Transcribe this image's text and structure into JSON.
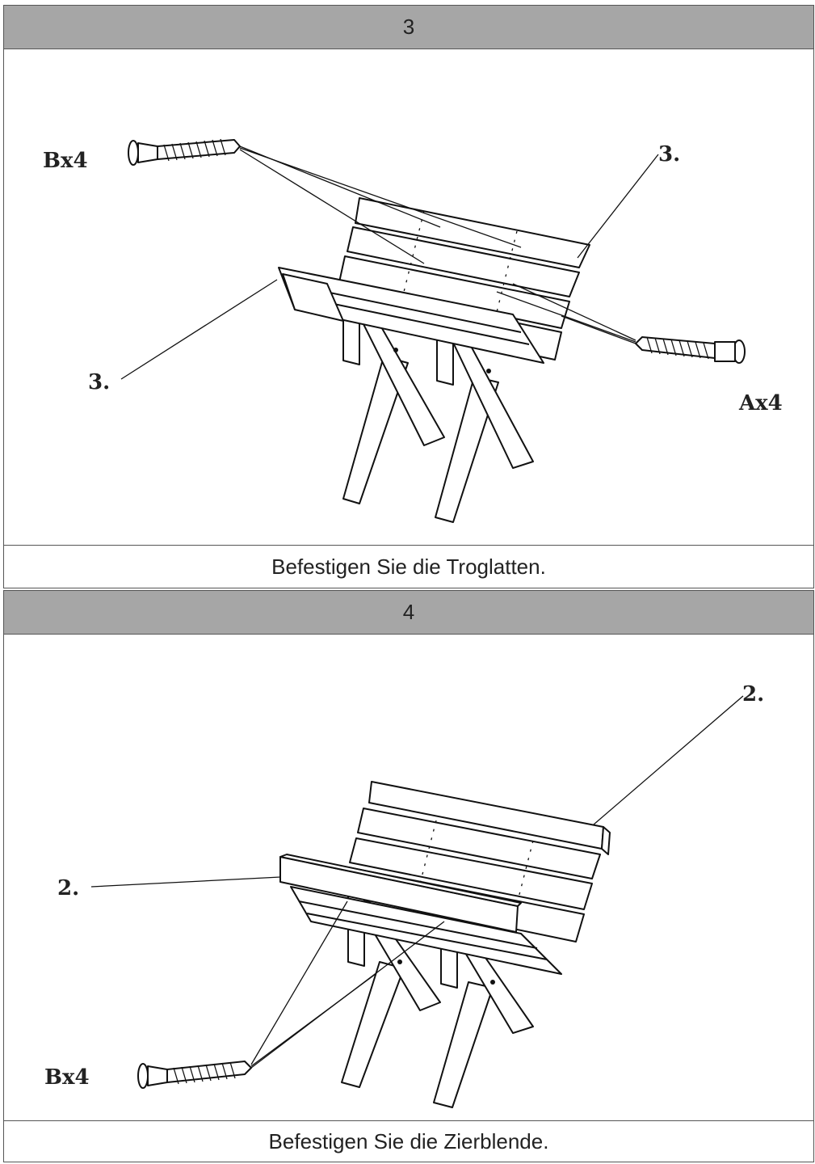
{
  "steps": [
    {
      "number": "3",
      "caption": "Befestigen Sie die Troglatten.",
      "labels": {
        "part_top": "3.",
        "part_left": "3.",
        "screw_left": "Bx4",
        "screw_right": "Ax4"
      }
    },
    {
      "number": "4",
      "caption": "Befestigen Sie die Zierblende.",
      "labels": {
        "part_top": "2.",
        "part_left": "2.",
        "screw_left": "Bx4"
      }
    }
  ]
}
